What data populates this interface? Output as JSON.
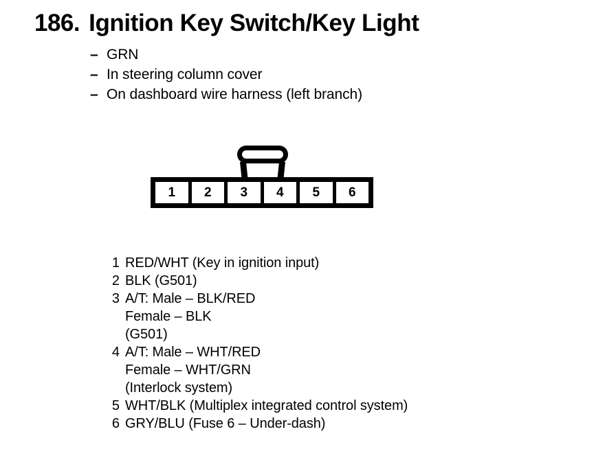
{
  "page": {
    "background_color": "#ffffff",
    "text_color": "#000000"
  },
  "title": {
    "number": "186.",
    "text": "Ignition Key Switch/Key Light"
  },
  "description": {
    "bullet_glyph": "–",
    "lines": [
      "GRN",
      "In steering column cover",
      "On dashboard wire harness (left branch)"
    ]
  },
  "connector": {
    "pin_count": 6,
    "pins": [
      "1",
      "2",
      "3",
      "4",
      "5",
      "6"
    ],
    "latch_tab": "latch-tab"
  },
  "pin_legend": {
    "rows": [
      {
        "num": "1",
        "text": "RED/WHT (Key in ignition input)"
      },
      {
        "num": "2",
        "text": "BLK (G501)"
      },
      {
        "num": "3",
        "text": "A/T: Male – BLK/RED"
      },
      {
        "num": "",
        "text": "Female – BLK"
      },
      {
        "num": "",
        "text": "(G501)"
      },
      {
        "num": "4",
        "text": "A/T: Male – WHT/RED"
      },
      {
        "num": "",
        "text": "Female – WHT/GRN"
      },
      {
        "num": "",
        "text": "(Interlock system)"
      },
      {
        "num": "5",
        "text": "WHT/BLK (Multiplex integrated control system)"
      },
      {
        "num": "6",
        "text": "GRY/BLU (Fuse 6 – Under-dash)"
      }
    ]
  }
}
